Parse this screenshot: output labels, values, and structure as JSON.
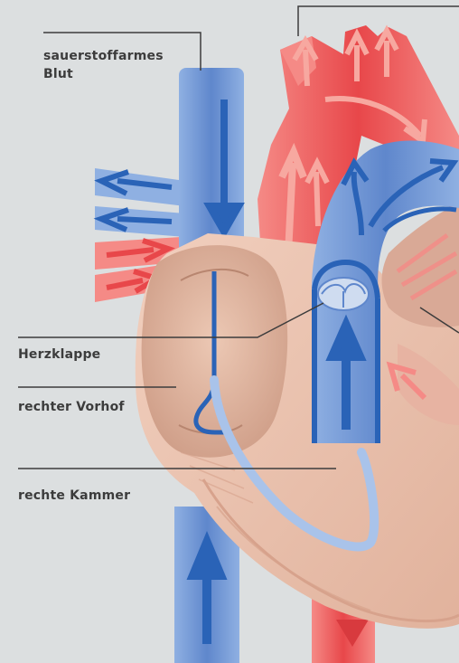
{
  "labels": {
    "deoxygenated_blood_line1": "sauerstoffarmes",
    "deoxygenated_blood_line2": "Blut",
    "heart_valve": "Herzklappe",
    "right_atrium": "rechter Vorhof",
    "right_ventricle": "rechte Kammer"
  },
  "colors": {
    "background": "#dcdfe0",
    "heart_tissue": "#e9c1ad",
    "heart_tissue_dark": "#d7a28c",
    "deoxygenated_blood": "#7d9fd6",
    "deoxygenated_blood_dark": "#2a63b7",
    "oxygenated_blood": "#ee5a5a",
    "oxygenated_blood_light": "#f7a8a0",
    "leader_line": "#3c3c3c"
  }
}
